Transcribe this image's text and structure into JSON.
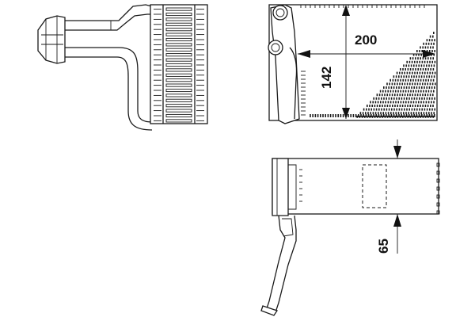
{
  "dimensions": {
    "width": "200",
    "height": "142",
    "depth": "65"
  }
}
